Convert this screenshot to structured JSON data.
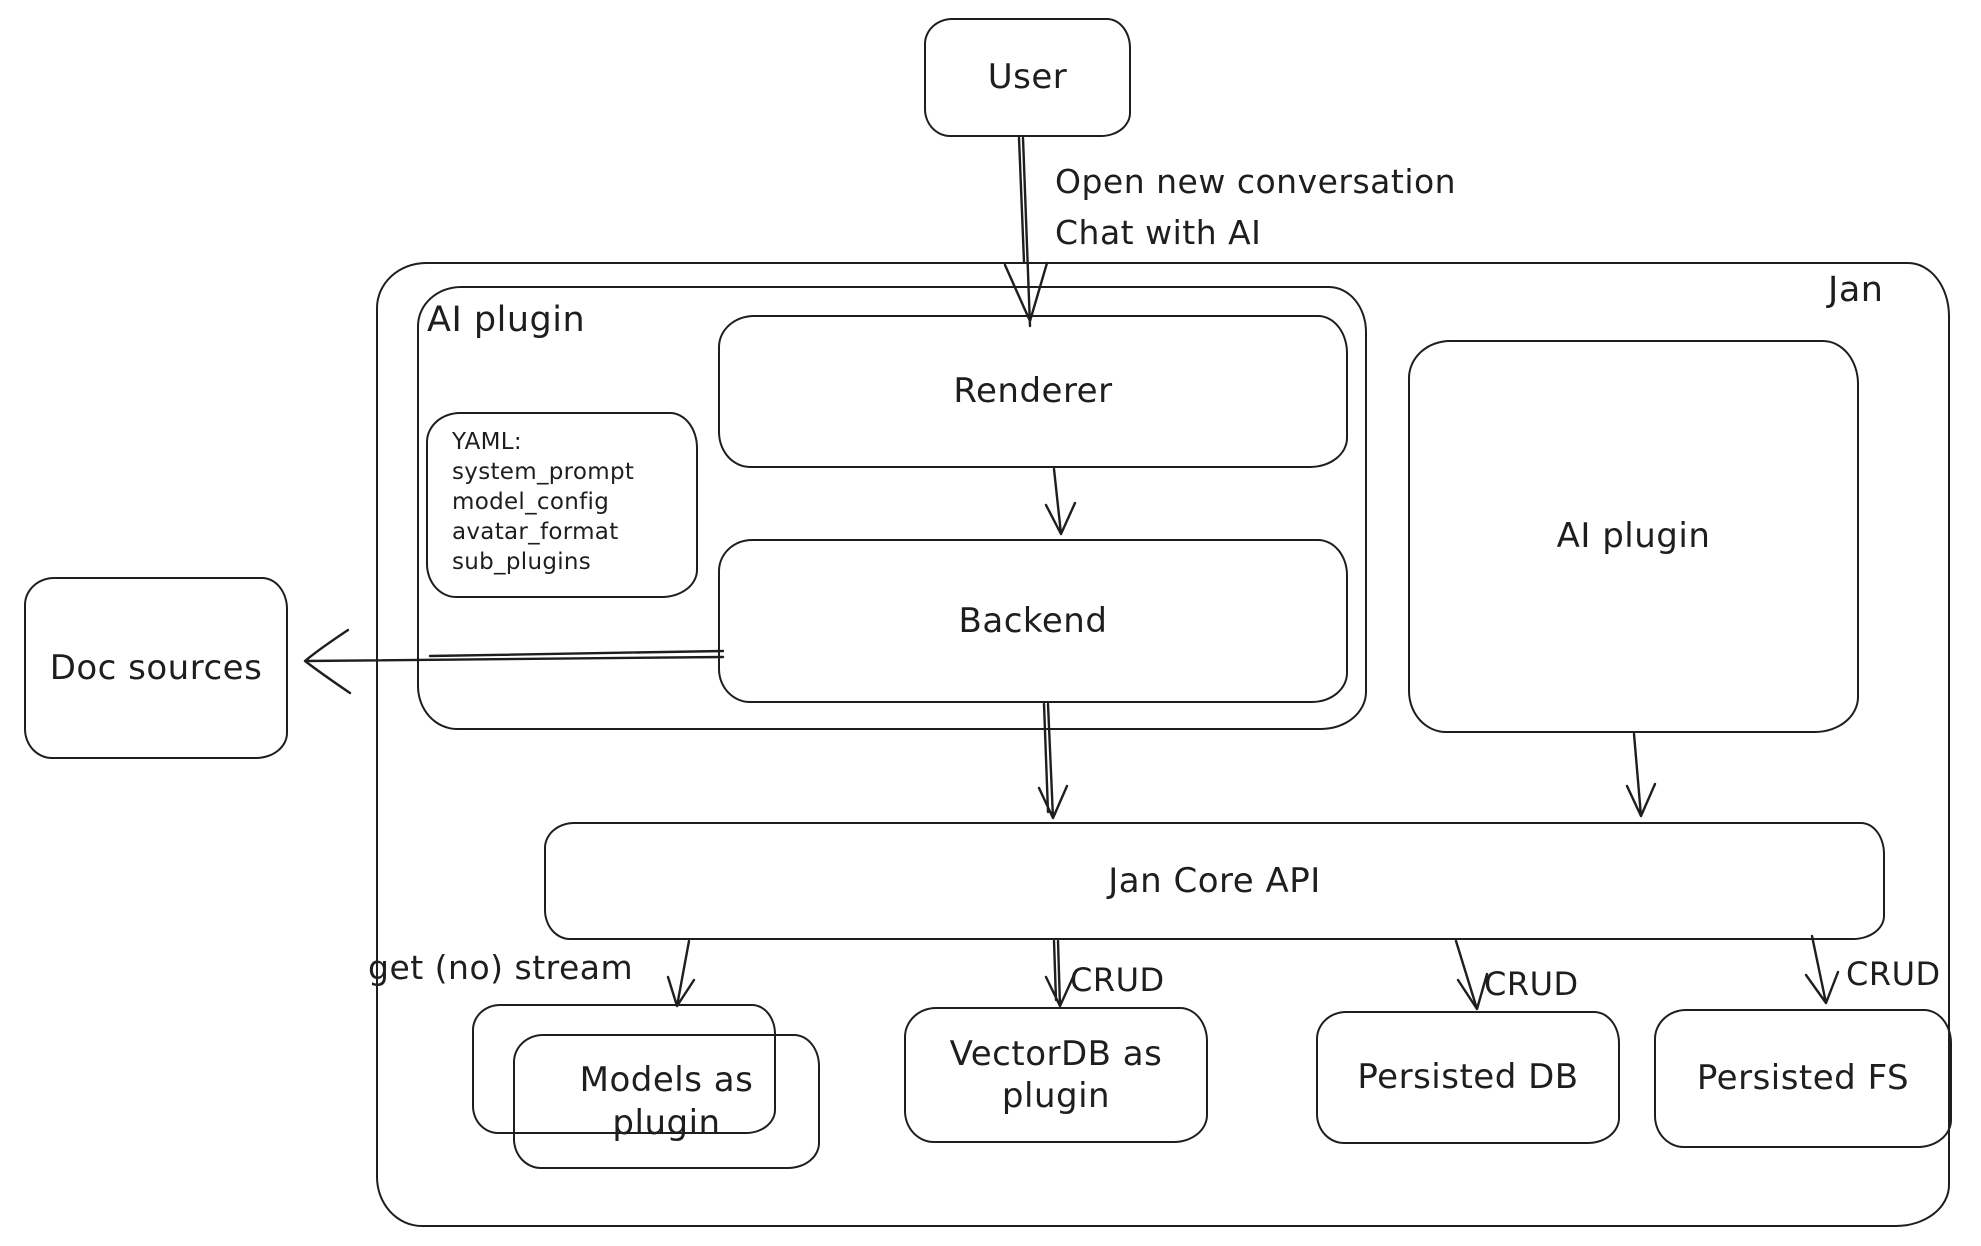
{
  "diagram": {
    "container_label": "Jan",
    "nodes": {
      "user": {
        "label": "User"
      },
      "ai_plugin_left": {
        "label": "AI plugin"
      },
      "renderer": {
        "label": "Renderer"
      },
      "backend": {
        "label": "Backend"
      },
      "yaml_note": {
        "lines": [
          "YAML:",
          "system_prompt",
          "model_config",
          "avatar_format",
          "sub_plugins"
        ]
      },
      "ai_plugin_right": {
        "label": "AI plugin"
      },
      "doc_sources": {
        "label": "Doc sources"
      },
      "jan_core_api": {
        "label": "Jan Core API"
      },
      "models_plugin": {
        "label": [
          "Models as",
          "plugin"
        ]
      },
      "vectordb_plugin": {
        "label": [
          "VectorDB as",
          "plugin"
        ]
      },
      "persisted_db": {
        "label": "Persisted DB"
      },
      "persisted_fs": {
        "label": "Persisted FS"
      }
    },
    "edges": {
      "user_to_renderer": {
        "label": [
          "Open new conversation",
          "Chat with AI"
        ]
      },
      "jan_core_to_models": {
        "label": "get (no) stream"
      },
      "jan_core_to_vectordb": {
        "label": "CRUD"
      },
      "jan_core_to_persisted_db": {
        "label": "CRUD"
      },
      "jan_core_to_persisted_fs": {
        "label": "CRUD"
      }
    },
    "colors": {
      "stroke": "#1e1e1e",
      "background": "#ffffff"
    }
  }
}
